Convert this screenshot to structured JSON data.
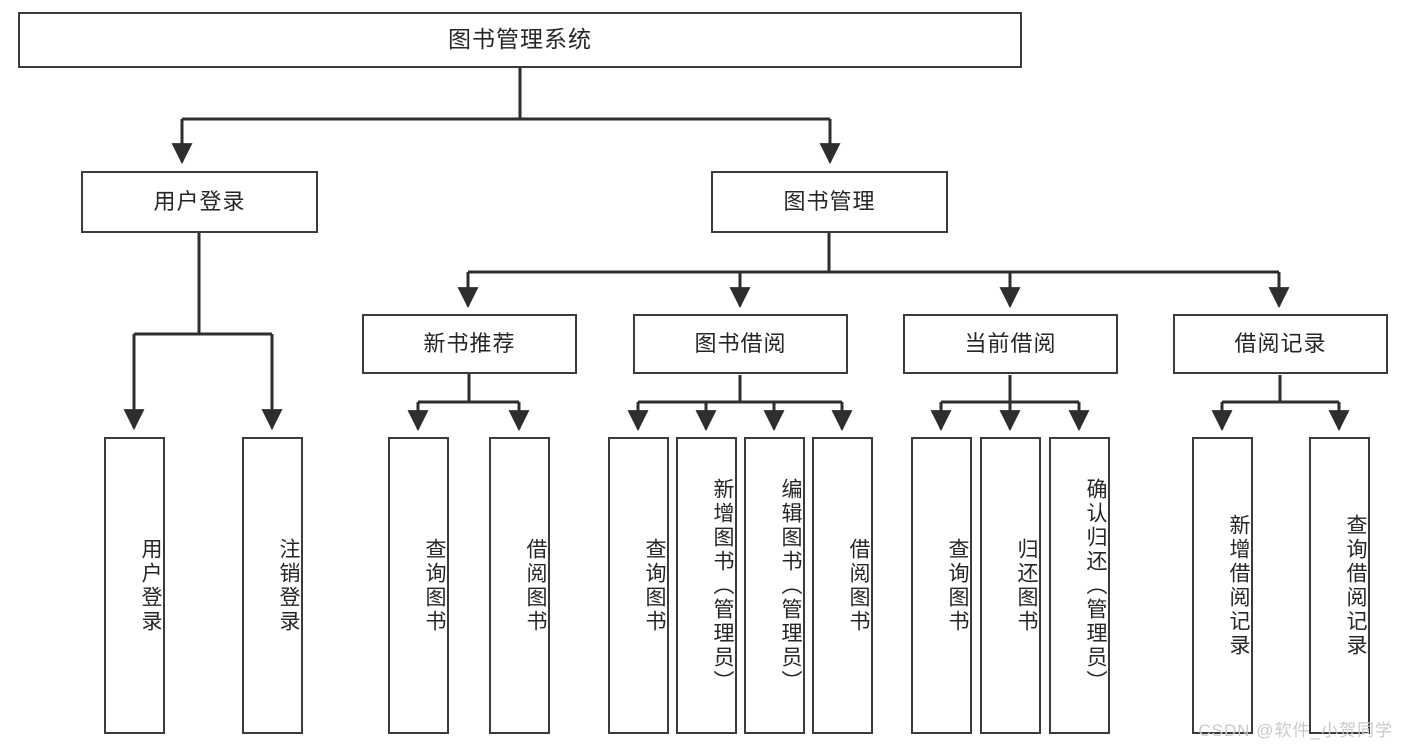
{
  "diagram": {
    "type": "hierarchy-tree",
    "title": "图书管理系统",
    "watermark": "CSDN @软件_小贺同学",
    "colors": {
      "box_border": "#3b3b3b",
      "background": "#ffffff",
      "text": "#262626",
      "connector": "#2e2e2e",
      "watermark": "#c9c9c9"
    },
    "levels": {
      "root": "图书管理系统",
      "level1": [
        "用户登录",
        "图书管理"
      ],
      "level2": [
        "新书推荐",
        "图书借阅",
        "当前借阅",
        "借阅记录"
      ]
    },
    "nodes": {
      "root": {
        "label": "图书管理系统"
      },
      "user_login": {
        "label": "用户登录"
      },
      "book_manage": {
        "label": "图书管理"
      },
      "new_book_rec": {
        "label": "新书推荐"
      },
      "book_borrow": {
        "label": "图书借阅"
      },
      "current_borrow": {
        "label": "当前借阅"
      },
      "borrow_record": {
        "label": "借阅记录"
      }
    },
    "leaves": {
      "user_login": [
        "用户登录",
        "注销登录"
      ],
      "new_book_rec": [
        "查询图书",
        "借阅图书"
      ],
      "book_borrow": [
        "查询图书",
        "新增图书（管理员）",
        "编辑图书（管理员）",
        "借阅图书"
      ],
      "current_borrow": [
        "查询图书",
        "归还图书",
        "确认归还（管理员）"
      ],
      "borrow_record": [
        "新增借阅记录",
        "查询借阅记录"
      ]
    }
  }
}
